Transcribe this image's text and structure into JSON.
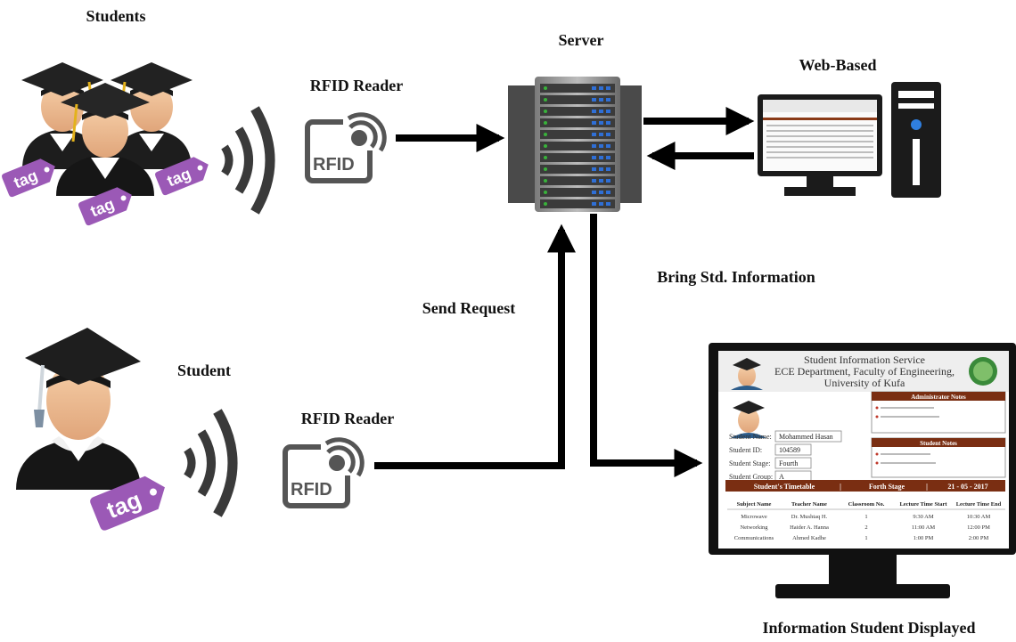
{
  "labels": {
    "students": "Students",
    "server": "Server",
    "web_based": "Web-Based",
    "rfid_reader_top": "RFID Reader",
    "rfid_reader_bottom": "RFID Reader",
    "student": "Student",
    "send_request": "Send Request",
    "bring_info": "Bring Std. Information",
    "info_displayed": "Information Student Displayed"
  },
  "rfid_icon_text": "RFID",
  "tag_text": "tag",
  "monitor_screen": {
    "header_line1": "Student Information Service",
    "header_line2": "ECE Department, Faculty of Engineering,",
    "header_line3": "University of Kufa",
    "admin_notes_title": "Administrator Notes",
    "student_notes_title": "Student Notes",
    "fields": [
      {
        "label": "Student Name:",
        "value": "Mohammed Hasan"
      },
      {
        "label": "Student ID:",
        "value": "104589"
      },
      {
        "label": "Student Stage:",
        "value": "Fourth"
      },
      {
        "label": "Student Group:",
        "value": "A"
      }
    ],
    "timetable_bar": {
      "title": "Student's Timetable",
      "stage": "Forth Stage",
      "date": "21 - 05 - 2017"
    },
    "table": {
      "headers": [
        "Subject Name",
        "Teacher Name",
        "Classroom No.",
        "Lecture Time Start",
        "Lecture Time End"
      ],
      "rows": [
        [
          "Microwave",
          "Dr. Mushtaq H.",
          "1",
          "9:30 AM",
          "10:30 AM"
        ],
        [
          "Networking",
          "Haider A. Hanna",
          "2",
          "11:00 AM",
          "12:00 PM"
        ],
        [
          "Communications",
          "Ahmed Kadhe",
          "1",
          "1:00 PM",
          "2:00 PM"
        ]
      ]
    }
  },
  "colors": {
    "arrow": "#000000",
    "tag_purple": "#9b59b6",
    "wave_gray": "#3a3a3a",
    "header_brown": "#7a2e12",
    "server_body": "#5a5a5a",
    "led_blue": "#2f6fd6",
    "led_green": "#38b23a"
  }
}
